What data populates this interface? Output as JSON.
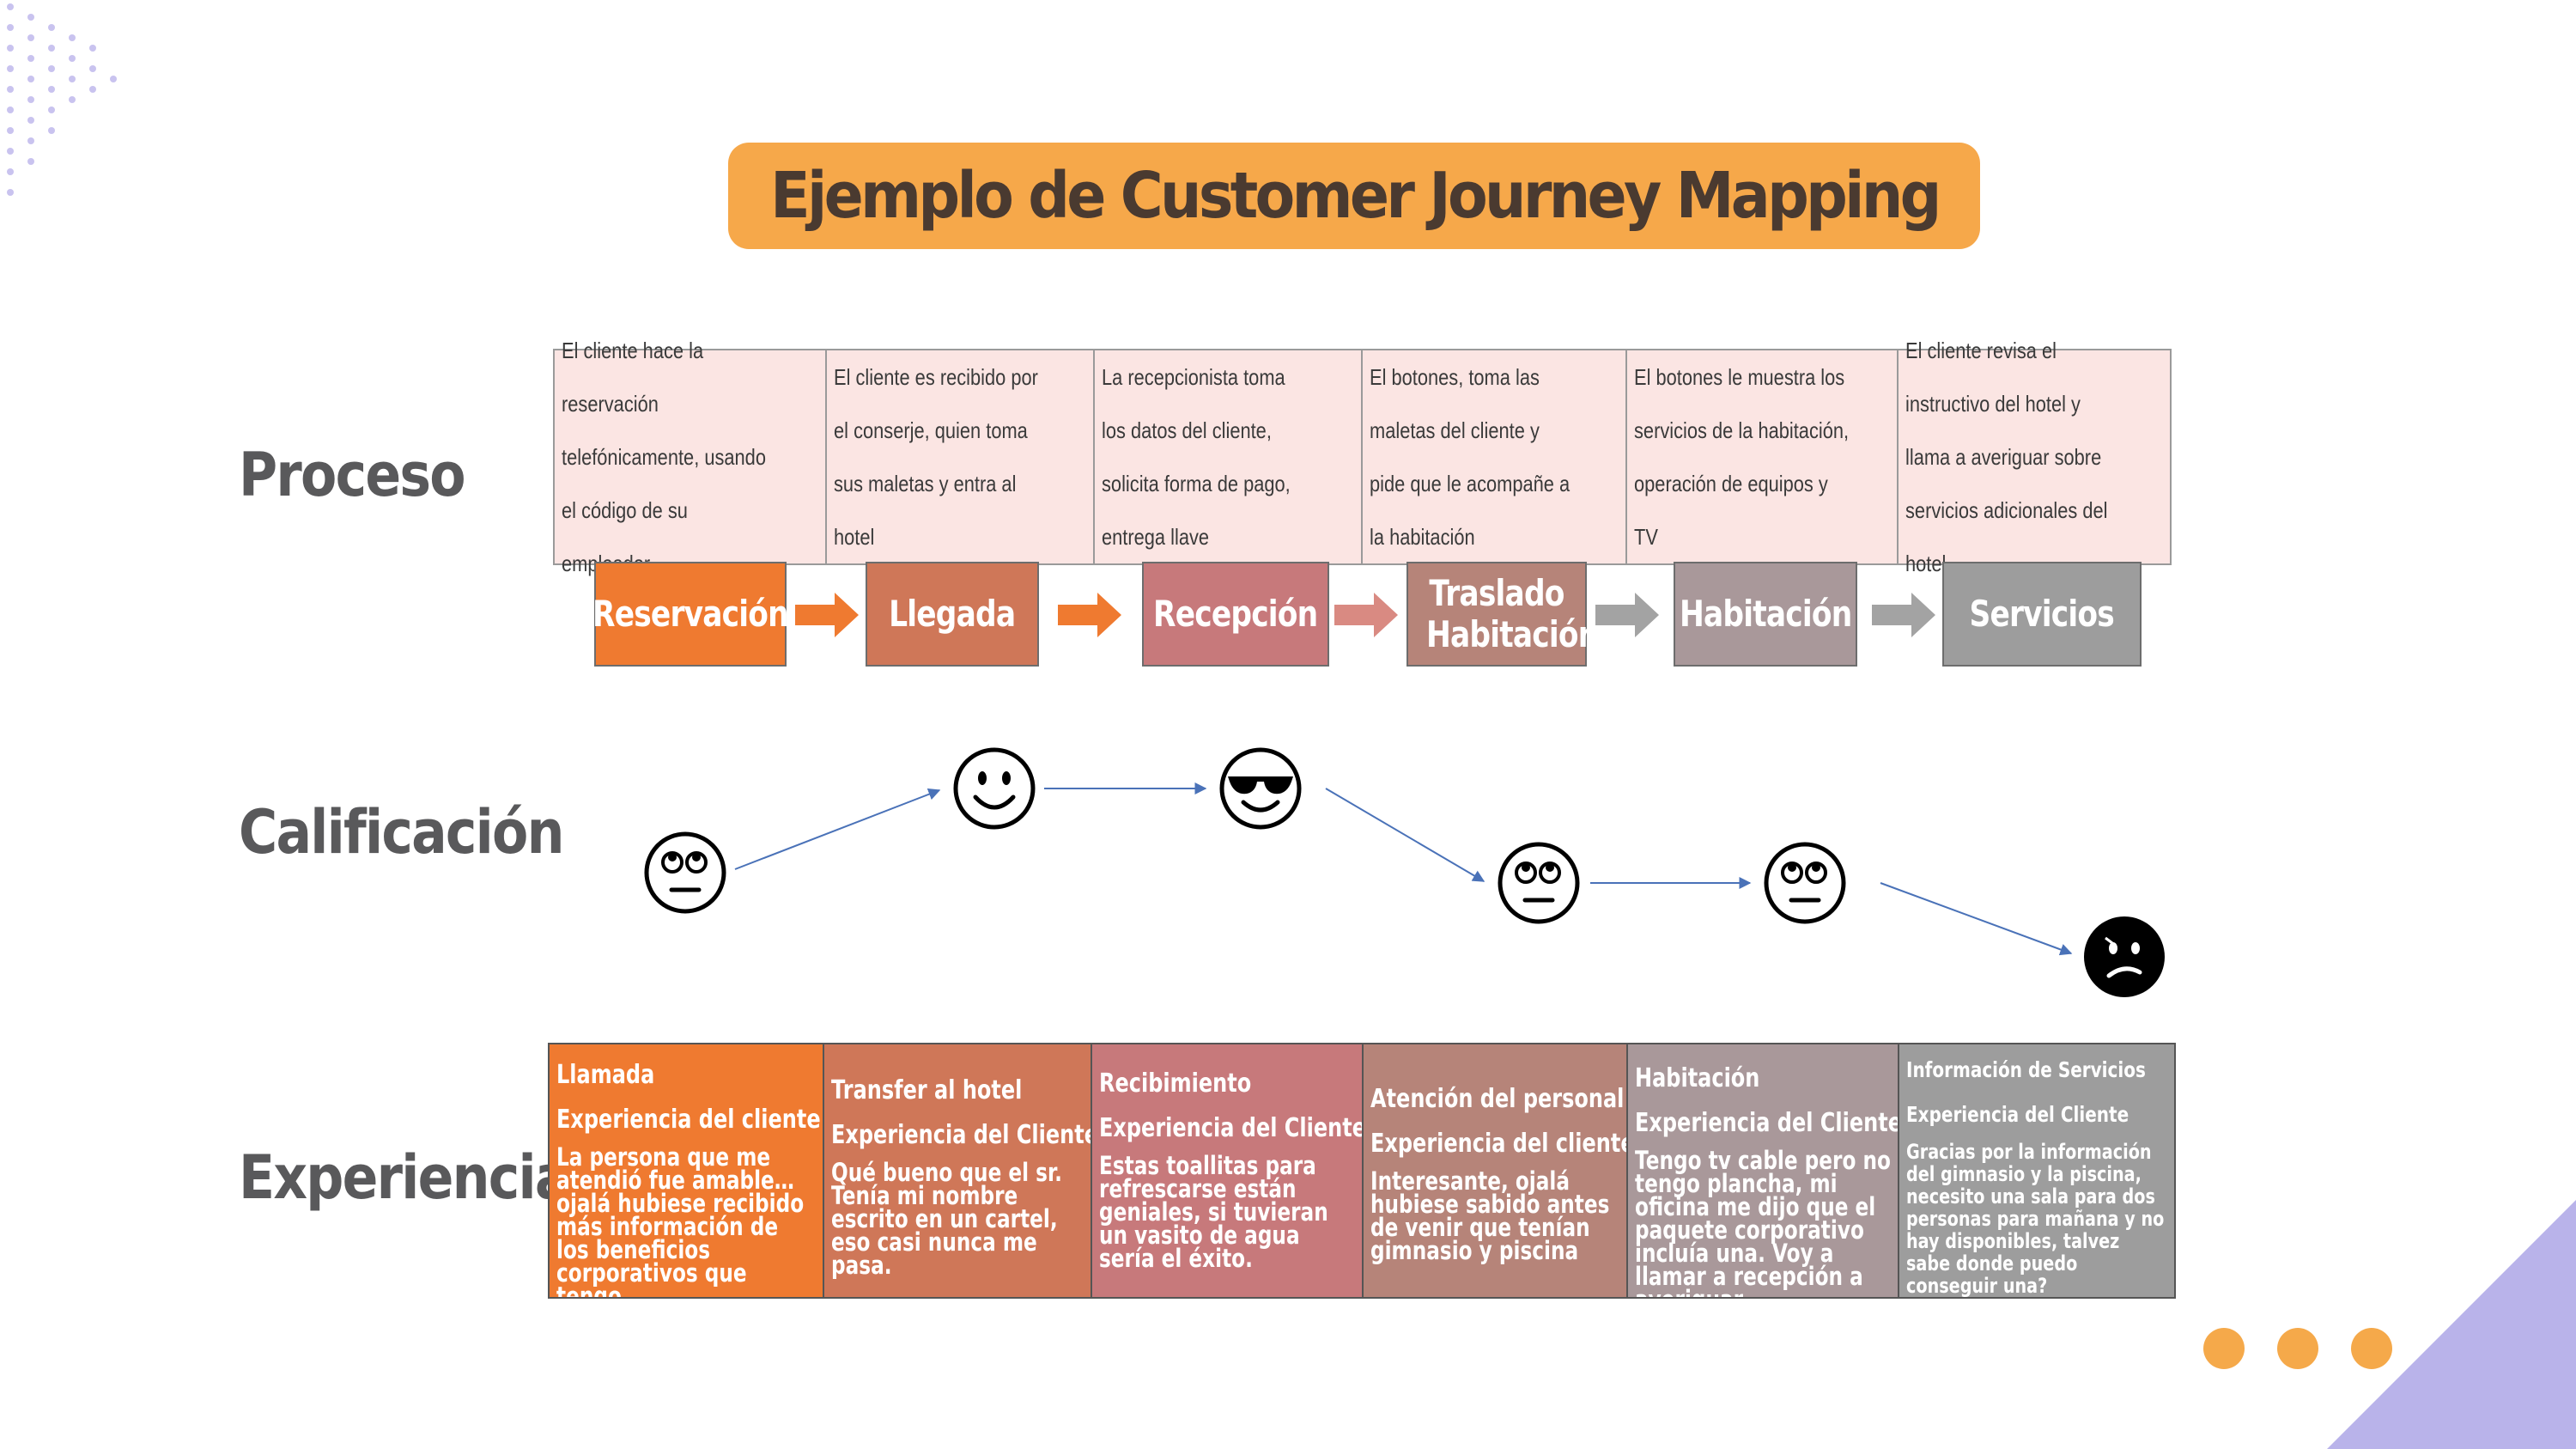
{
  "title": "Ejemplo de Customer Journey Mapping",
  "row_labels": {
    "proceso": "Proceso",
    "calificacion": "Calificación",
    "experiencia": "Experiencia"
  },
  "process_descriptions": [
    "El cliente hace la reservación telefónicamente, usando el código de su empleador",
    "El cliente es recibido por el conserje, quien toma sus maletas y entra al hotel",
    "La recepcionista toma los datos del cliente, solicita forma de pago, entrega llave",
    "El botones, toma las maletas del cliente y pide que le acompañe a la habitación",
    "El botones le muestra los servicios de la habitación, operación de equipos y TV",
    "El cliente revisa el instructivo del hotel y llama a averiguar sobre servicios adicionales del hotel"
  ],
  "stages": [
    {
      "label": "Reservación",
      "color": "#ef7a30"
    },
    {
      "label": "Llegada",
      "color": "#cf7758"
    },
    {
      "label": "Recepción",
      "color": "#c7797b"
    },
    {
      "label": "Traslado Habitación",
      "color": "#b68479"
    },
    {
      "label": "Habitación",
      "color": "#a9989a"
    },
    {
      "label": "Servicios",
      "color": "#9d9d9d"
    }
  ],
  "arrow_colors": [
    "#ef7a30",
    "#ef7a30",
    "#d98a82",
    "#a3a3a3",
    "#a3a3a3"
  ],
  "ratings": [
    {
      "stage": "Reservación",
      "face": "eye-roll-face-icon"
    },
    {
      "stage": "Llegada",
      "face": "smiling-face-icon"
    },
    {
      "stage": "Recepción",
      "face": "sunglasses-face-icon"
    },
    {
      "stage": "Traslado Habitación",
      "face": "eye-roll-face-icon"
    },
    {
      "stage": "Habitación",
      "face": "eye-roll-face-icon"
    },
    {
      "stage": "Servicios",
      "face": "frowning-face-icon"
    }
  ],
  "rating_line_color": "#4a72b8",
  "experiences": [
    {
      "heading": "Llamada",
      "subheading": "Experiencia del cliente",
      "quote": "La  persona que me atendió fue amable…ojalá hubiese recibido más información de los beneficios corporativos que tengo",
      "color": "#ef7a30"
    },
    {
      "heading": "Transfer al hotel",
      "subheading": "Experiencia del Cliente",
      "quote": "Qué bueno que el sr. Tenía mi nombre escrito en un cartel, eso casi nunca me pasa.",
      "color": "#cf7758"
    },
    {
      "heading": "Recibimiento",
      "subheading": "Experiencia del Cliente",
      "quote": "Estas toallitas para refrescarse están geniales, si tuvieran un vasito de agua sería el éxito.",
      "color": "#c7797b"
    },
    {
      "heading": "Atención del personal",
      "subheading": "Experiencia del cliente",
      "quote": "Interesante, ojalá hubiese sabido antes de venir que tenían gimnasio y piscina",
      "color": "#b68479"
    },
    {
      "heading": "Habitación",
      "subheading": "Experiencia del Cliente",
      "quote": "Tengo tv cable pero no tengo  plancha, mi oficina me dijo que el paquete corporativo incluía una. Voy a llamar a recepción a averiguar",
      "color": "#a9989a"
    },
    {
      "heading": "Información de Servicios",
      "subheading": "Experiencia del Cliente",
      "quote": "Gracias por la información del gimnasio y la piscina, necesito una sala para dos personas para mañana y no hay disponibles, talvez sabe donde puedo conseguir una?",
      "color": "#9d9d9d"
    }
  ],
  "decor": {
    "accent_orange": "#f5a94a",
    "accent_purple": "#b9b3ea",
    "dot_color": "#c9c3ef"
  }
}
